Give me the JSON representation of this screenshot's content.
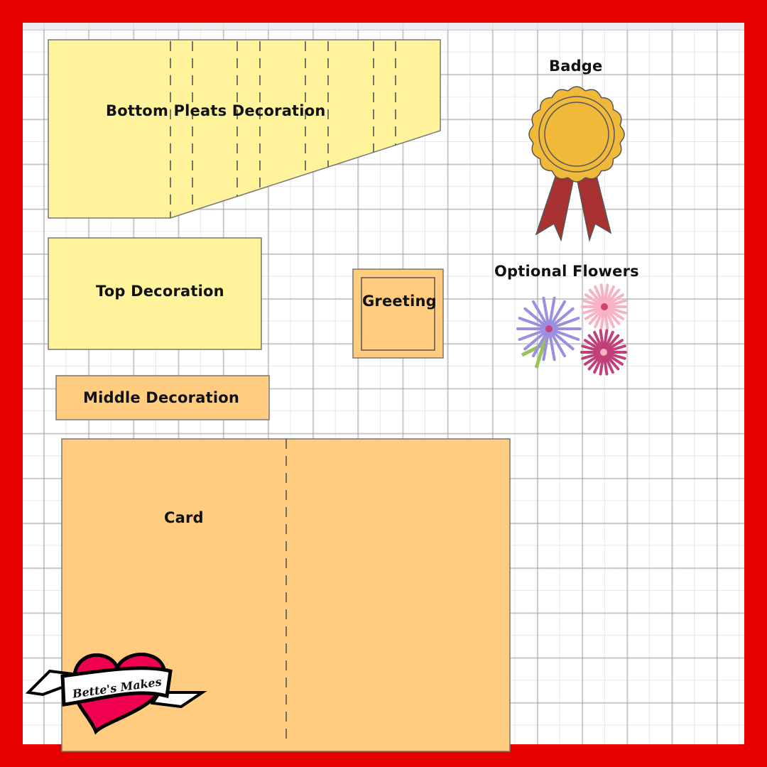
{
  "pieces": {
    "bottom_pleats": "Bottom Pleats Decoration",
    "top_decoration": "Top Decoration",
    "middle_decoration": "Middle Decoration",
    "greeting": "Greeting",
    "card": "Card",
    "badge": "Badge",
    "optional_flowers": "Optional Flowers"
  },
  "logo": {
    "text": "Bette's Makes"
  },
  "colors": {
    "frame": "#e60000",
    "yellow": "#fff39c",
    "orange": "#ffcc80",
    "badge_gold": "#f0b93a",
    "ribbon": "#a83232",
    "heart": "#f0004e"
  }
}
